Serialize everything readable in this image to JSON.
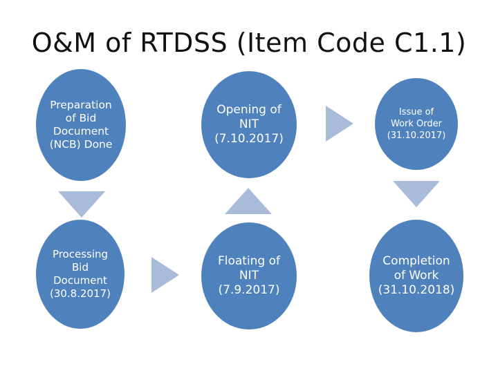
{
  "title": "O&M of RTDSS (Item Code C1.1)",
  "colors": {
    "node_fill": "#4f81bd",
    "arrow_fill": "#a8bbd9",
    "node_text": "#ffffff"
  },
  "nodes": {
    "preparation": "Preparation\nof Bid\nDocument\n(NCB) Done",
    "opening": "Opening of\nNIT\n(7.10.2017)",
    "issue": "Issue of\nWork Order\n(31.10.2017)",
    "processing": "Processing\nBid\nDocument\n(30.8.2017)",
    "floating": "Floating of\nNIT\n(7.9.2017)",
    "completion": "Completion\nof Work\n(31.10.2018)"
  }
}
